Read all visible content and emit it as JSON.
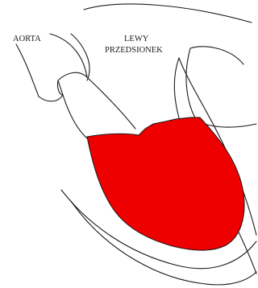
{
  "labels": {
    "aorta": "AORTA",
    "atrium_line1": "LEWY",
    "atrium_line2": "PRZEDSIONEK"
  },
  "colors": {
    "ventricle_fill": "#ee0000",
    "outline": "#1a1a1a",
    "background": "#ffffff"
  }
}
